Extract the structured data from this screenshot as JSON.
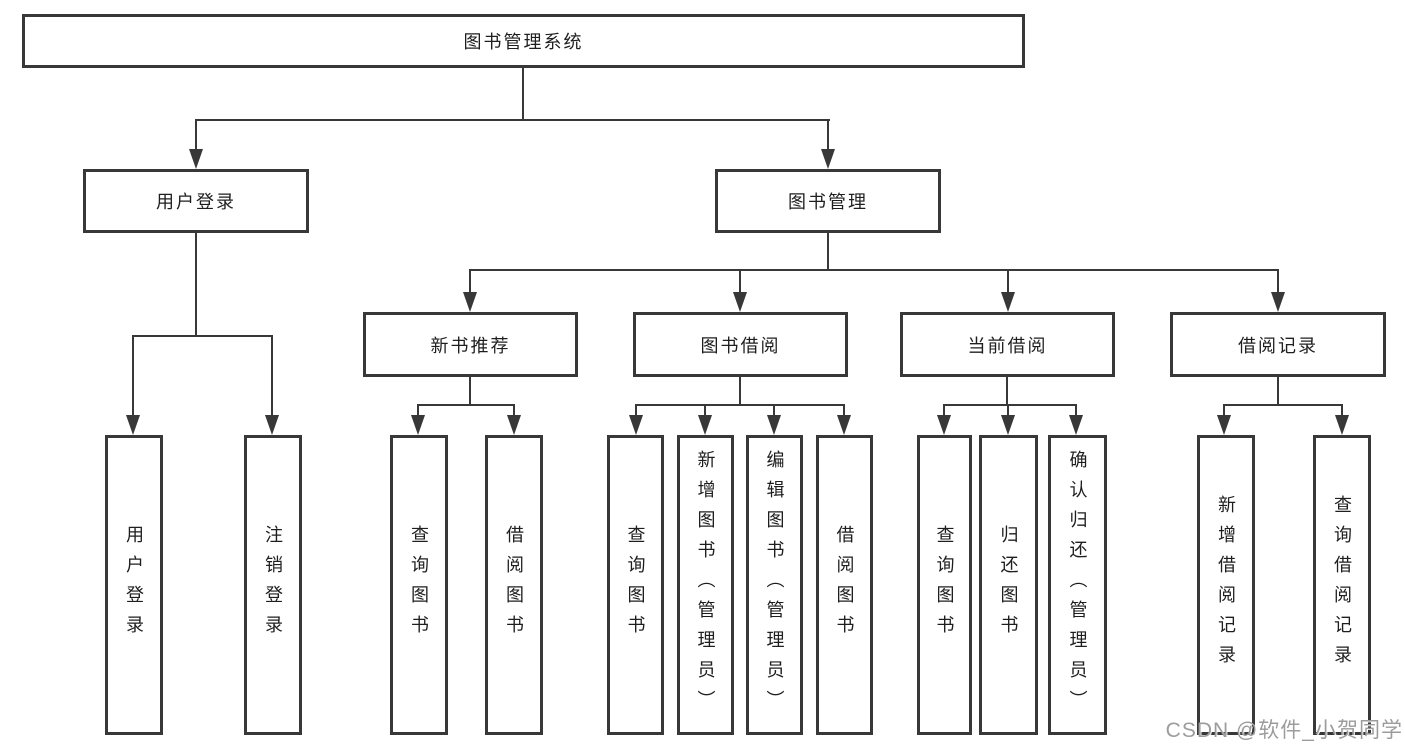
{
  "diagram": {
    "root": {
      "label": "图书管理系统"
    },
    "level2": [
      {
        "label": "用户登录"
      },
      {
        "label": "图书管理"
      }
    ],
    "level3": [
      {
        "label": "新书推荐"
      },
      {
        "label": "图书借阅"
      },
      {
        "label": "当前借阅"
      },
      {
        "label": "借阅记录"
      }
    ],
    "leaves": {
      "user_login": [
        {
          "label": "用户登录"
        },
        {
          "label": "注销登录"
        }
      ],
      "new_book": [
        {
          "label": "查询图书"
        },
        {
          "label": "借阅图书"
        }
      ],
      "book_borrow": [
        {
          "label": "查询图书"
        },
        {
          "label": "新增图书（管理员）"
        },
        {
          "label": "编辑图书（管理员）"
        },
        {
          "label": "借阅图书"
        }
      ],
      "current_borrow": [
        {
          "label": "查询图书"
        },
        {
          "label": "归还图书"
        },
        {
          "label": "确认归还（管理员）"
        }
      ],
      "borrow_record": [
        {
          "label": "新增借阅记录"
        },
        {
          "label": "查询借阅记录"
        }
      ]
    },
    "colors": {
      "line": "#383838",
      "border": "#383838",
      "text": "#1e1e1e",
      "watermark": "#9c9c9c"
    }
  },
  "watermark": {
    "text": "CSDN @软件_小贺同学"
  }
}
